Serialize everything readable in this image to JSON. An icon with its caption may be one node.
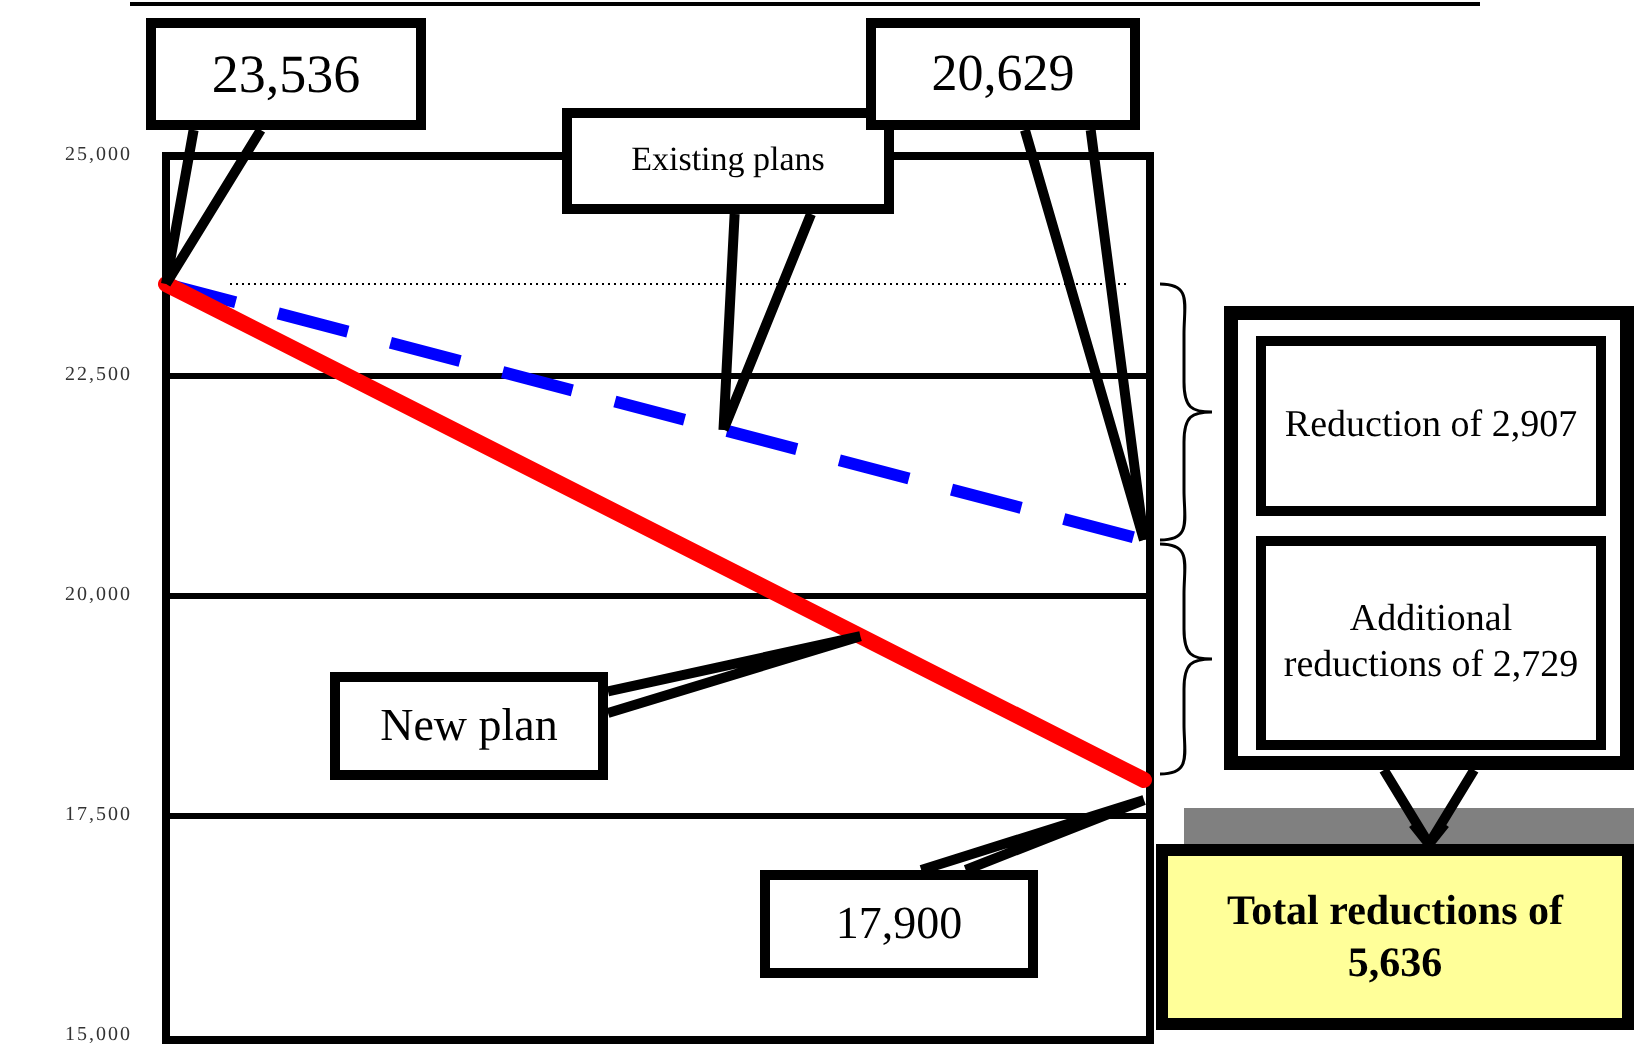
{
  "diagram": {
    "nodes": [
      {
        "text": [
          "23,536"
        ]
      },
      {
        "text": [
          "Existing plans"
        ]
      },
      {
        "text": [
          "20,629"
        ]
      },
      {
        "text": [
          "New plan"
        ]
      },
      {
        "text": [
          "17,900"
        ]
      },
      {
        "text": [],
        "shape": "box"
      },
      {
        "text": [
          "Reduction of 2,907"
        ],
        "in": 5
      },
      {
        "text": [
          "Additional reductions of 2,729"
        ],
        "in": 5
      },
      {
        "text": [
          "Total reductions of 5,636"
        ]
      }
    ],
    "edges": [
      {
        "from": 0,
        "to": null,
        "arrow": "none"
      },
      {
        "from": 1,
        "to": null,
        "arrow": "none"
      },
      {
        "from": 2,
        "to": null,
        "arrow": "none"
      },
      {
        "from": 3,
        "to": null,
        "arrow": "none"
      },
      {
        "from": 4,
        "to": null,
        "arrow": "none"
      },
      {
        "from": 5,
        "to": 8,
        "arrow": "to"
      }
    ],
    "labels": [
      "25,000",
      "22,500",
      "20,000",
      "17,500",
      "15,000"
    ]
  }
}
